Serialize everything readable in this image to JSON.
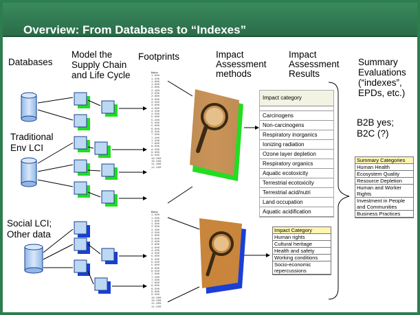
{
  "slide": {
    "title": "Overview: From Databases to “Indexes”",
    "colors": {
      "frame": "#2e7d4f",
      "box_fill": "#bcd8f2",
      "box_edge": "#1a3f8c",
      "green_shadow": "#22dd22",
      "blue_shadow": "#1a3fd6"
    }
  },
  "headers": {
    "databases": "Databases",
    "model_line1": "Model the",
    "model_line2": "Supply Chain",
    "model_line3": "and Life Cycle",
    "footprints": "Footprints",
    "methods_line1": "Impact",
    "methods_line2": "Assessment",
    "methods_line3": "methods",
    "results_line1": "Impact",
    "results_line2": "Assessment",
    "results_line3": "Results",
    "summary_line1": "Summary",
    "summary_line2": "Evaluations",
    "summary_line3": "(“indexes”,",
    "summary_line4": "EPDs, etc.)"
  },
  "labels": {
    "traditional_line1": "Traditional",
    "traditional_line2": "Env LCI",
    "social_line1": "Social LCI;",
    "social_line2": "Other data",
    "b2b_line1": "B2B yes;",
    "b2b_line2": "B2C (?)"
  },
  "footprints": {
    "header": "Data",
    "values": [
      "1.000",
      "1.500",
      "1.800",
      "1.900",
      "2.000",
      "2.400",
      "2.500",
      "2.800",
      "3.000",
      "3.500",
      "3.800",
      "4.000",
      "4.200",
      "4.500",
      "5.000",
      "5.200",
      "5.500",
      "5.800",
      "6.000",
      "6.500",
      "7.000",
      "7.200",
      "7.500",
      "7.800",
      "8.000",
      "8.500",
      "9.000",
      "9.500",
      "10.000",
      "10.500",
      "11.000",
      "11.500"
    ]
  },
  "env_table": {
    "header": "Impact category",
    "rows": [
      "Carcinogens",
      "Non-carcinogens",
      "Respiratory inorganics",
      "Ionizing radiation",
      "Ozone layer depletion",
      "Respiratory organics",
      "Aquatic ecotoxicity",
      "Terrestrial ecotoxicity",
      "Terrestrial acid/nutri",
      "Land occupation",
      "Aquatic acidification"
    ]
  },
  "social_table": {
    "header": "Impact Category",
    "rows": [
      "Human rights",
      "Cultural heritage",
      "Health and safety",
      "Working conditions",
      "Socio-economic repercussions"
    ]
  },
  "summary_table": {
    "header": "Summary Categories",
    "rows": [
      "Human Health",
      "Ecosystem Quality",
      "Resource Depletion",
      "Human and Worker Rights",
      "Investment in People and Communities",
      "Business Practices"
    ]
  }
}
